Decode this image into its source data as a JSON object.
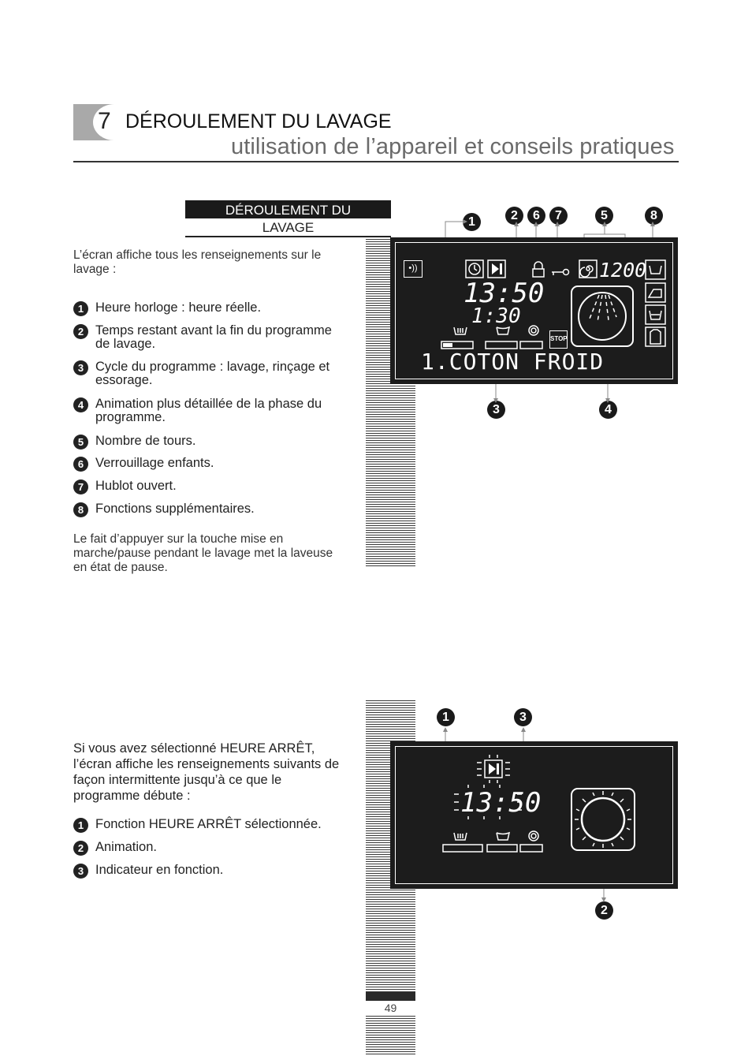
{
  "header": {
    "chapter_number": "7",
    "chapter_title": "DÉROULEMENT DU LAVAGE",
    "chapter_subtitle": "utilisation de l’appareil et conseils pratiques"
  },
  "section": {
    "title_line1": "DÉROULEMENT DU",
    "title_line2": "LAVAGE",
    "intro": "L’écran affiche tous les renseignements sur le lavage :",
    "items": [
      {
        "num": "1",
        "text": "Heure horloge : heure réelle."
      },
      {
        "num": "2",
        "text": "Temps restant avant la fin du programme de lavage."
      },
      {
        "num": "3",
        "text": "Cycle du programme : lavage, rinçage et essorage."
      },
      {
        "num": "4",
        "text": "Animation plus détaillée de la phase du programme."
      },
      {
        "num": "5",
        "text": "Nombre de tours."
      },
      {
        "num": "6",
        "text": "Verrouillage enfants."
      },
      {
        "num": "7",
        "text": "Hublot ouvert."
      },
      {
        "num": "8",
        "text": "Fonctions supplémentaires."
      }
    ],
    "pause_note": "Le fait d’appuyer sur la touche mise en marche/pause pendant le lavage met la laveuse en état de pause."
  },
  "section2": {
    "intro": "Si vous avez sélectionné HEURE ARRÊT, l’écran affiche les renseignements suivants de façon intermittente jusqu’à ce que le programme débute :",
    "items": [
      {
        "num": "1",
        "text": "Fonction HEURE ARRÊT sélectionnée."
      },
      {
        "num": "2",
        "text": "Animation."
      },
      {
        "num": "3",
        "text": "Indicateur en fonction."
      }
    ]
  },
  "display1": {
    "clock": "13:50",
    "remaining": "1:30",
    "rpm": "1200",
    "program": "1.COTON FROID",
    "stop_label": "STOP",
    "callouts": [
      "1",
      "2",
      "6",
      "7",
      "5",
      "8",
      "3",
      "4"
    ]
  },
  "display2": {
    "clock": "13:50",
    "callouts": [
      "1",
      "3",
      "2"
    ]
  },
  "footer": {
    "page_number": "49"
  },
  "colors": {
    "lcd_background": "#1c1c1c",
    "chapter_tab": "#a9a9a9",
    "subtitle": "#6a6a6a"
  }
}
